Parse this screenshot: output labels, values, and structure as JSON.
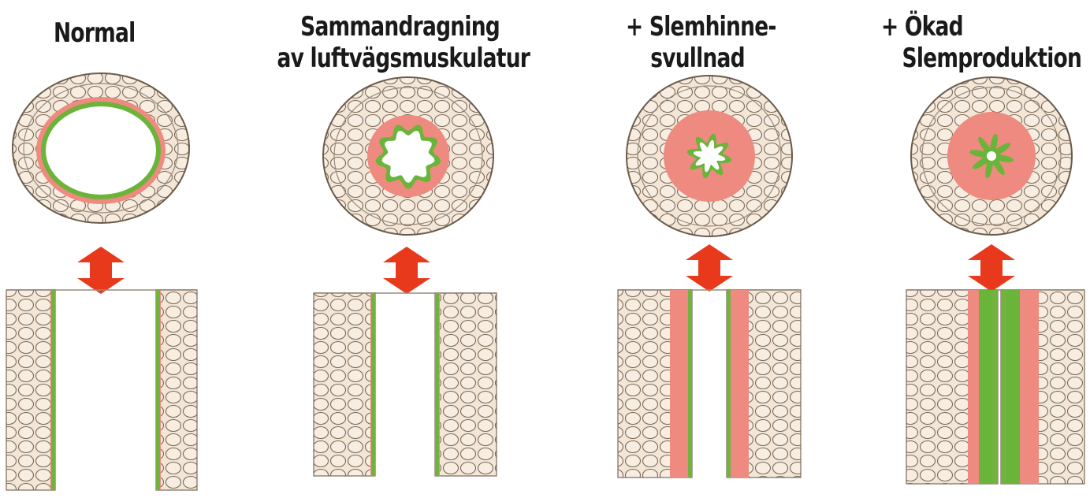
{
  "panels": [
    {
      "id": "normal",
      "title_lines": [
        "Normal"
      ]
    },
    {
      "id": "constriction",
      "title_lines": [
        "Sammandragning",
        "av luftvägsmuskulatur"
      ]
    },
    {
      "id": "swelling",
      "title_lines": [
        "+ Slemhinne-",
        "svullnad"
      ]
    },
    {
      "id": "mucus",
      "title_lines": [
        "+ Ökad",
        "Slemproduktion"
      ]
    }
  ],
  "colors": {
    "tissue": "#f3e6d6",
    "cell_outline": "#7a6a5a",
    "mucosa": "#ee8a80",
    "epithelium_green": "#6ab43a",
    "arrow": "#e8391c",
    "lumen": "#ffffff"
  },
  "icons": {
    "arrow": "double-headed-vertical-arrow"
  }
}
